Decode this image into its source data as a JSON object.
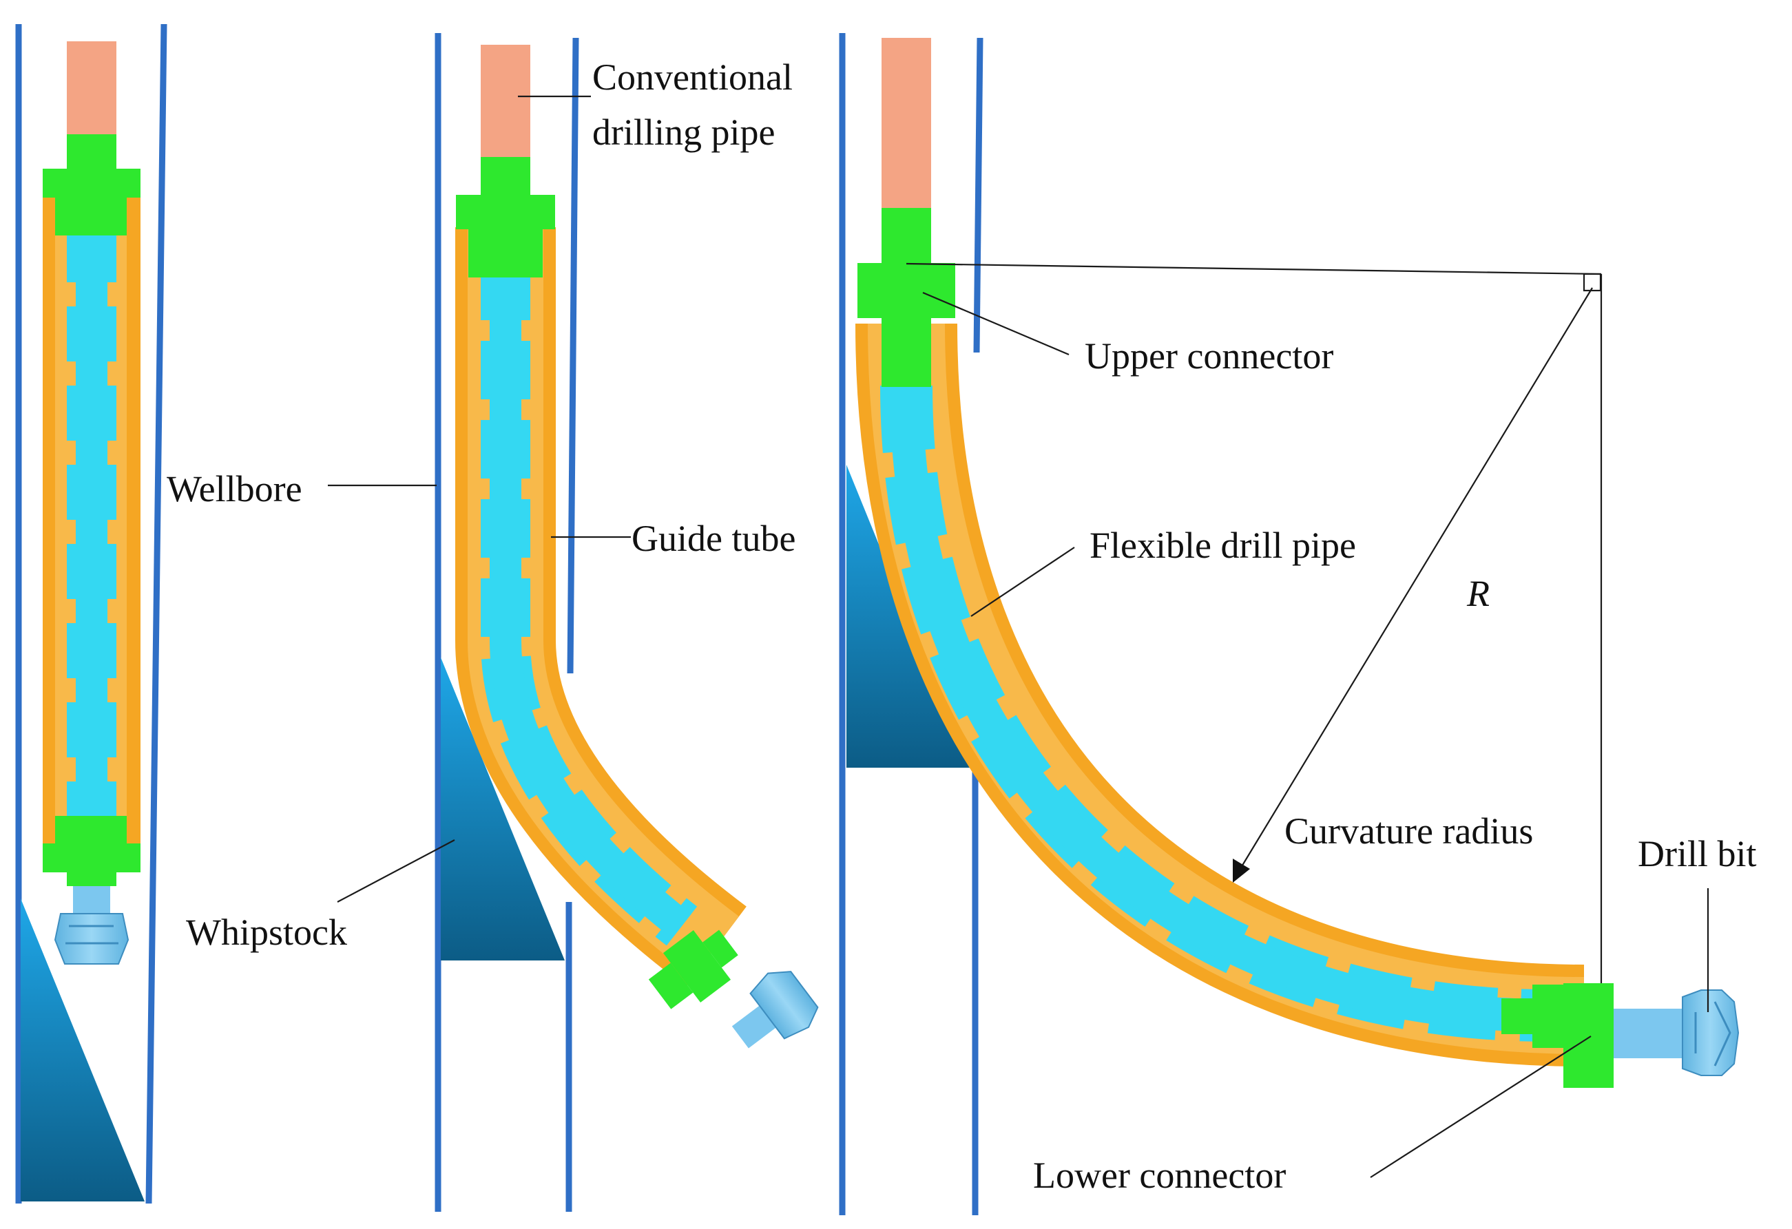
{
  "labels": {
    "conventional_line1": "Conventional",
    "conventional_line2": "drilling pipe",
    "wellbore": "Wellbore",
    "guide_tube": "Guide tube",
    "whipstock": "Whipstock",
    "upper_connector": "Upper connector",
    "flexible_drill_pipe": "Flexible drill pipe",
    "r_symbol": "R",
    "curvature_radius": "Curvature radius",
    "drill_bit": "Drill bit",
    "lower_connector": "Lower connector"
  },
  "colors": {
    "wellbore_wall": "#2f6fc6",
    "conventional_pipe": "#f4a484",
    "connector": "#2ee82e",
    "guide_tube": "#f5a623",
    "flexible_segment": "#34d8f2",
    "drill_bit": "#7cc7ef",
    "whipstock_top": "#1fa7e8",
    "whipstock_bottom": "#0c5c86"
  }
}
